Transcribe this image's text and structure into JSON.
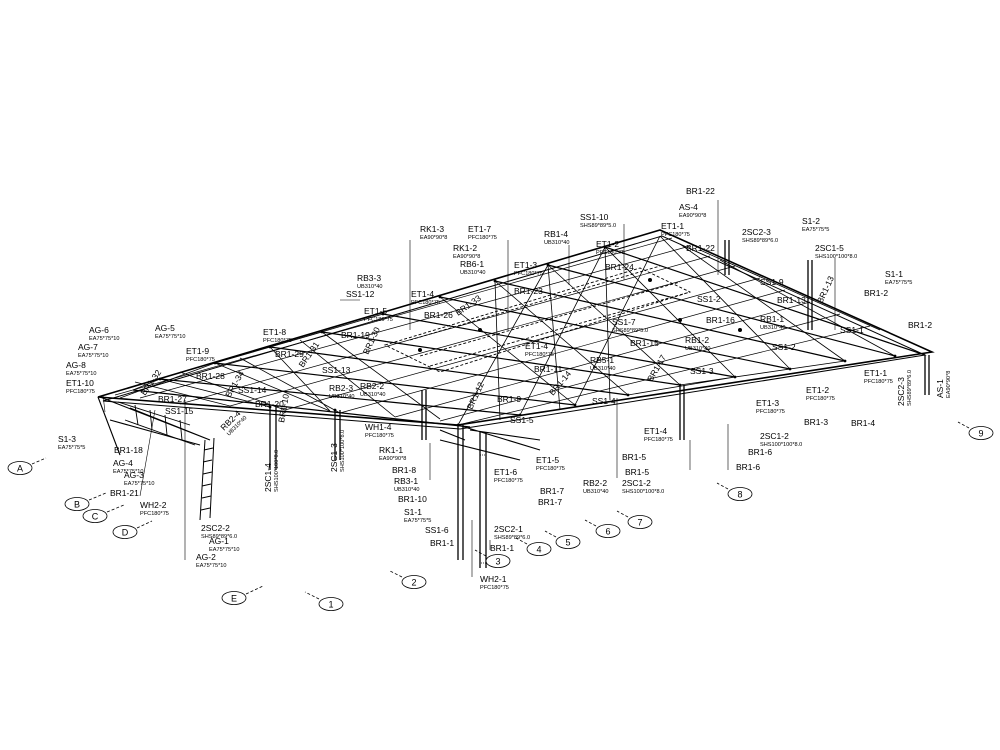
{
  "colors": {
    "ink": "#000000",
    "paper": "#ffffff"
  },
  "grid_labels": {
    "A": "A",
    "B": "B",
    "C": "C",
    "D": "D",
    "E": "E",
    "g1": "1",
    "g2": "2",
    "g3": "3",
    "g4": "4",
    "g5": "5",
    "g6": "6",
    "g7": "7",
    "g8": "8",
    "g9": "9"
  },
  "labels": {
    "br1_22": "BR1-22",
    "as4": "AS-4",
    "as4_s": "EA90*90*8",
    "ss1_10": "SS1-10",
    "ss1_10_s": "SHS89*89*5.0",
    "et1_1": "ET1-1",
    "et1_1_s": "PFC180*75",
    "s1_2": "S1-2",
    "s1_2_s": "EA75*75*5",
    "rb1_4": "RB1-4",
    "rb1_4_s": "UB310*40",
    "et1_2t": "ET1-2",
    "et1_2t_s": "PFC180*75",
    "br1_22b": "BR1-22",
    "sc2_3": "2SC2-3",
    "sc2_3_s": "SHS89*89*6.0",
    "sc1_5": "2SC1-5",
    "sc1_5_s": "SHS100*100*8.0",
    "rk1_3": "RK1-3",
    "rk1_3_s": "EA90*90*8",
    "et1_7": "ET1-7",
    "et1_7_s": "PFC180*75",
    "rk1_2": "RK1-2",
    "rk1_2_s": "EA90*90*8",
    "rb6_1": "RB6-1",
    "rb6_1_s": "UB310*40",
    "et1_3": "ET1-3",
    "et1_3_s": "PFC180*75",
    "br1_24": "BR1-24",
    "rb3_3": "RB3-3",
    "rb3_3_s": "UB310*40",
    "ss1_12": "SS1-12",
    "et1_4t": "ET1-4",
    "et1_4t_s": "PFC180*75",
    "ss1_9": "SS1-9",
    "s1_1": "S1-1",
    "s1_1_s": "EA75*75*5",
    "br1_2": "BR1-2",
    "ag6": "AG-6",
    "ag6_s": "EA75*75*10",
    "ag5": "AG-5",
    "ag5_s": "EA75*75*10",
    "et1_5": "ET1-5",
    "et1_5_s": "PFC180*75",
    "br1_23": "BR1-23",
    "br1_26": "BR1-26",
    "br1_33": "BR1-33",
    "ss1_2": "SS1-2",
    "br1_13": "BR1-13",
    "br1_13v": "BR1-13",
    "ag7": "AG-7",
    "ag7_s": "EA75*75*10",
    "et1_8": "ET1-8",
    "et1_8_s": "PFC180*75",
    "br1_19": "BR1-19",
    "br1_30": "BR1-30",
    "ss1_7": "SS1-7",
    "ss1_7_s": "SHS89*89*5.0",
    "br1_16": "BR1-16",
    "rb1_1": "RB1-1",
    "rb1_1_s": "UB310*40",
    "ss1_1": "SS1-1",
    "br1_2r": "BR1-2",
    "ag8": "AG-8",
    "ag8_s": "EA75*75*10",
    "et1_9": "ET1-9",
    "et1_9_s": "PFC180*75",
    "br1_29": "BR1-29",
    "br1_31": "BR1-31",
    "et1_4m": "ET1-4",
    "et1_4m_s": "PFC180*75",
    "br1_15": "BR1-15",
    "rb1_2": "RB1-2",
    "rb1_2_s": "UB310*40",
    "ss1_2b": "SS1-2",
    "et1_10": "ET1-10",
    "et1_10_s": "PFC180*75",
    "br1_28": "BR1-28",
    "br1_34": "BR1-34",
    "ss1_13": "SS1-13",
    "rb2_3": "RB2-3",
    "rb2_3_s": "UB310*40",
    "rb5_1": "RB5-1",
    "rb5_1_s": "UB310*40",
    "br1_11": "BR1-11",
    "ss1_3": "SS1-3",
    "br1_14": "BR1-14",
    "br1_17": "BR1-17",
    "et1_1b": "ET1-1",
    "et1_1b_s": "PFC180*75",
    "sc2_3b": "2SC2-3",
    "sc2_3b_s": "SHS89*89*6.0",
    "as1": "AS-1",
    "as1_s": "EA90*90*8",
    "br1_27": "BR1-27",
    "ss1_14": "SS1-14",
    "rb2_2": "RB2-2",
    "rb2_2_s": "UB310*40",
    "br1_32": "BR1-32",
    "ss1_15": "SS1-15",
    "br1_20": "BR1-20",
    "ss1_4": "SS1-4",
    "br1_9": "BR1-9",
    "br1_12": "BR1-12",
    "et1_2b": "ET1-2",
    "et1_2b_s": "PFC180*75",
    "et1_3b": "ET1-3",
    "et1_3b_s": "PFC180*75",
    "br1_3": "BR1-3",
    "br1_4": "BR1-4",
    "rb2_4": "RB2-4",
    "rb2_4_s": "UB310*40",
    "br1_10v": "BR1-10",
    "wh1_4": "WH1-4",
    "wh1_4_s": "PFC180*75",
    "ss1_5": "SS1-5",
    "sc1_3": "2SC1-3",
    "sc1_3_s": "SHS100*100*8.0",
    "et1_4b": "ET1-4",
    "et1_4b_s": "PFC180*75",
    "sc1_2r": "2SC1-2",
    "sc1_2r_s": "SHS100*100*8.0",
    "br1_6": "BR1-6",
    "s1_3": "S1-3",
    "s1_3_s": "EA75*75*5",
    "rk1_1": "RK1-1",
    "rk1_1_s": "EA90*90*8",
    "br1_5a": "BR1-5",
    "br1_6b": "BR1-6",
    "br1_18": "BR1-18",
    "sc1_4": "2SC1-4",
    "sc1_4_s": "SHS100*100*8.0",
    "br1_8": "BR1-8",
    "et1_5b": "ET1-5",
    "et1_5b_s": "PFC180*75",
    "br1_5b": "BR1-5",
    "ag4": "AG-4",
    "ag4_s": "EA75*75*10",
    "rb3_1": "RB3-1",
    "rb3_1_s": "UB310*40",
    "et1_6": "ET1-6",
    "et1_6_s": "PFC180*75",
    "rb2_2b": "RB2-2",
    "rb2_2b_s": "UB310*40",
    "sc1_2b": "2SC1-2",
    "sc1_2b_s": "SHS100*100*8.0",
    "ag3": "AG-3",
    "ag3_s": "EA75*75*10",
    "br1_7a": "BR1-7",
    "br1_21": "BR1-21",
    "br1_10": "BR1-10",
    "br1_7b": "BR1-7",
    "wh2_2": "WH2-2",
    "wh2_2_s": "PFC180*75",
    "s1_1b": "S1-1",
    "s1_1b_s": "EA75*75*5",
    "ss1_6": "SS1-6",
    "sc2_1": "2SC2-1",
    "sc2_1_s": "SHS89*89*6.0",
    "sc2_2": "2SC2-2",
    "sc2_2_s": "SHS89*89*6.0",
    "ag1": "AG-1",
    "ag1_s": "EA75*75*10",
    "br1_1a": "BR1-1",
    "br1_1b": "BR1-1",
    "ag2": "AG-2",
    "ag2_s": "EA75*75*10",
    "wh2_1": "WH2-1",
    "wh2_1_s": "PFC180*75"
  }
}
